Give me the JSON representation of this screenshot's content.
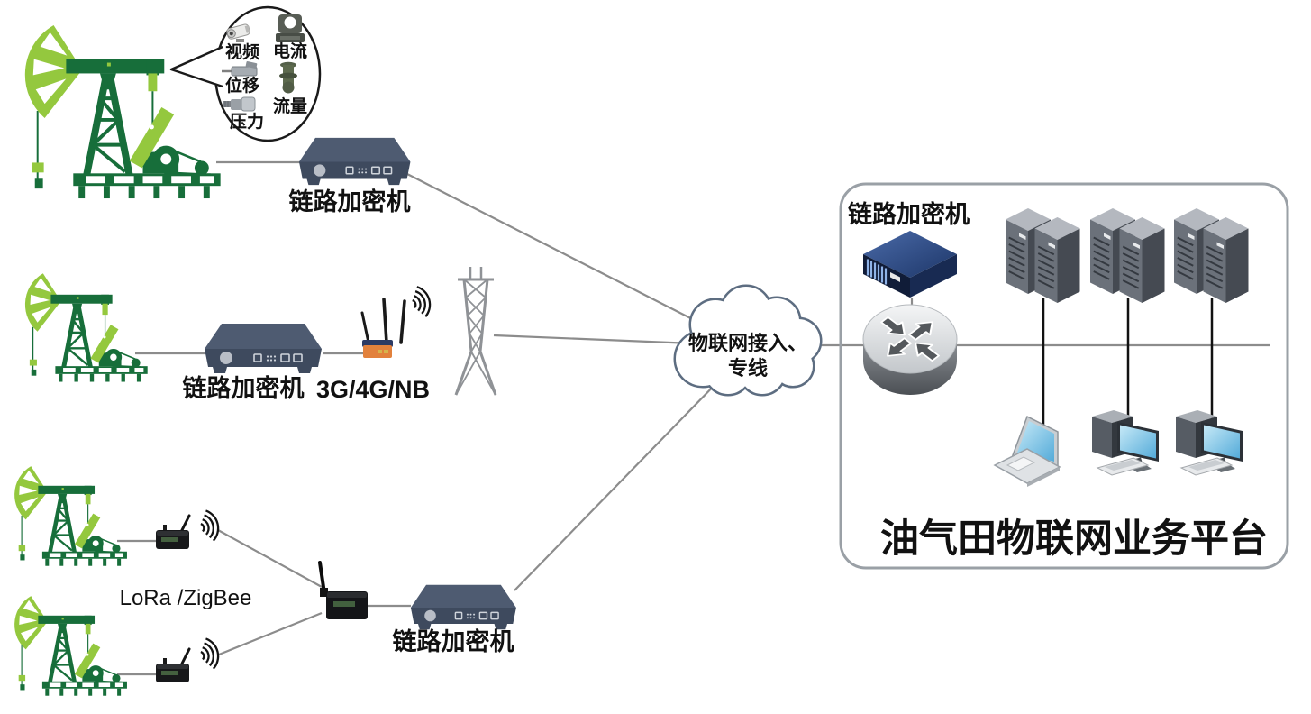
{
  "callout": {
    "video": "视频",
    "current": "电流",
    "displacement": "位移",
    "flow": "流量",
    "pressure": "压力"
  },
  "labels": {
    "encryptor_top": "链路加密机",
    "encryptor_mid": "链路加密机",
    "encryptor_bottom": "链路加密机",
    "cellular": "3G/4G/NB",
    "lora": "LoRa /ZigBee",
    "cloud_line1": "物联网接入、",
    "cloud_line2": "专线",
    "platform_encryptor": "链路加密机",
    "platform_title": "油气田物联网业务平台"
  },
  "colors": {
    "pump_dark_green": "#176e3a",
    "pump_lime": "#94c83e",
    "device_slate": "#3e4a5e",
    "device_slate_top": "#4e5b71",
    "cloud_stroke": "#5d6d81",
    "line_gray": "#8c8c8c",
    "panel_border": "#9aa0a6",
    "blue_device_top": "#3a5a9a",
    "blue_device_front": "#101c38",
    "screen_blue": "#7fc4e8"
  }
}
